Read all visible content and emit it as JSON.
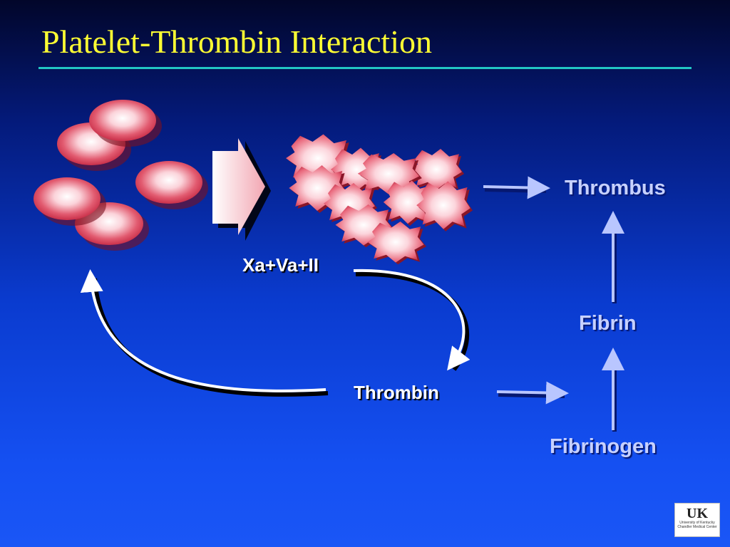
{
  "slide": {
    "title": "Platelet-Thrombin Interaction"
  },
  "labels": {
    "complex": "Xa+Va+II",
    "thrombin": "Thrombin",
    "thrombus": "Thrombus",
    "fibrin": "Fibrin",
    "fibrinogen": "Fibrinogen"
  },
  "logo": {
    "mark": "UK",
    "line1": "University of Kentucky",
    "line2": "Chandler Medical Center"
  },
  "colors": {
    "title": "#ffff33",
    "rule": "#22c7c4",
    "platelet": "#d9435a",
    "activated_platelet": "#e8586d",
    "pale_text": "#c7d1ff",
    "arrow_white": "#ffffff",
    "arrow_blue": "#b9c6ff"
  }
}
